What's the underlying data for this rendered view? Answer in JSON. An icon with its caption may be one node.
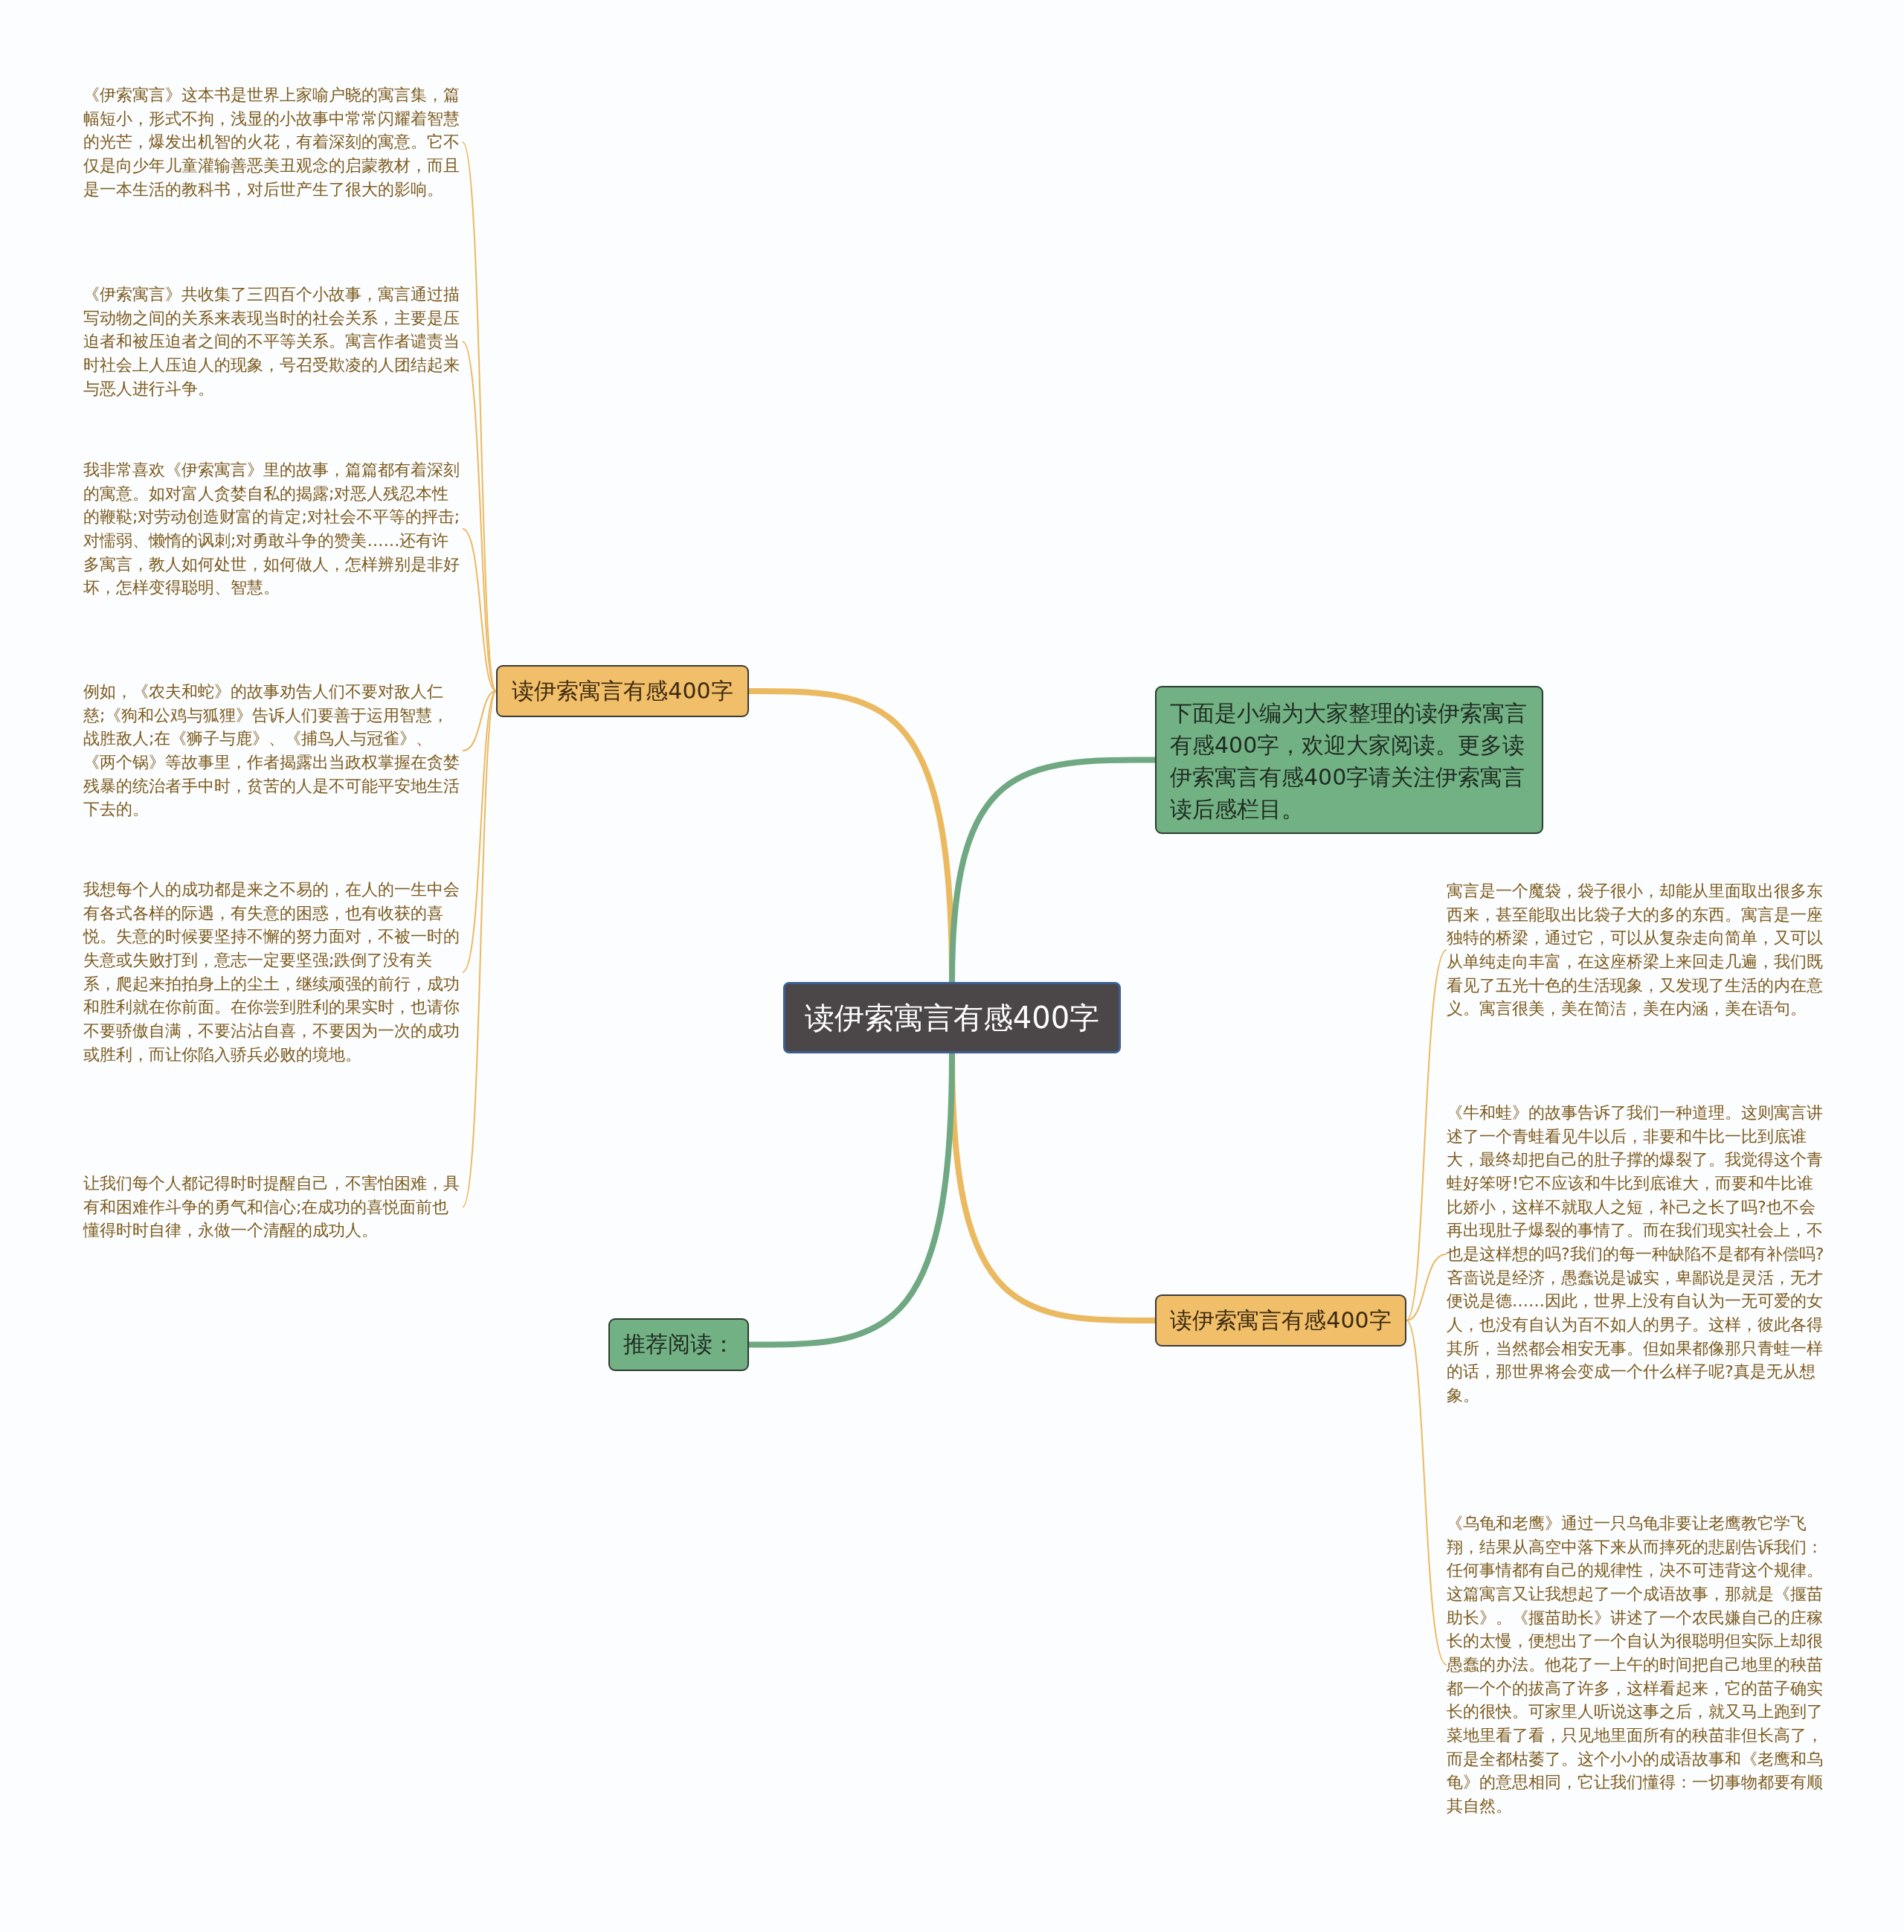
{
  "diagram": {
    "nodes": [
      {
        "text": [
          "读伊索寓言有感400字"
        ]
      },
      {
        "text": [
          "读伊索寓言有感400字"
        ]
      },
      {
        "text": [
          "《伊索寓言》这本书是世界上家喻户晓的寓言集，篇幅短小，形式不拘，浅显的小故事中常常闪耀着智慧的光芒，爆发出机智的火花，有着深刻的寓意。它不仅是向少年儿童灌输善恶美丑观念的启蒙教材，而且是一本生活的教科书，对后世产生了很大的影响。"
        ]
      },
      {
        "text": [
          "《伊索寓言》共收集了三四百个小故事，寓言通过描写动物之间的关系来表现当时的社会关系，主要是压迫者和被压迫者之间的不平等关系。寓言作者谴责当时社会上人压迫人的现象，号召受欺凌的人团结起来与恶人进行斗争。"
        ]
      },
      {
        "text": [
          "我非常喜欢《伊索寓言》里的故事，篇篇都有着深刻的寓意。如对富人贪婪自私的揭露;对恶人残忍本性的鞭鞑;对劳动创造财富的肯定;对社会不平等的抨击;对懦弱、懒惰的讽刺;对勇敢斗争的赞美……还有许多寓言，教人如何处世，如何做人，怎样辨别是非好坏，怎样变得聪明、智慧。"
        ]
      },
      {
        "text": [
          "例如，《农夫和蛇》的故事劝告人们不要对敌人仁慈;《狗和公鸡与狐狸》告诉人们要善于运用智慧，战胜敌人;在《狮子与鹿》、《捕鸟人与冠雀》、《两个锅》等故事里，作者揭露出当政权掌握在贪婪残暴的统治者手中时，贫苦的人是不可能平安地生活下去的。"
        ]
      },
      {
        "text": [
          "我想每个人的成功都是来之不易的，在人的一生中会有各式各样的际遇，有失意的困惑，也有收获的喜悦。失意的时候要坚持不懈的努力面对，不被一时的失意或失败打到，意志一定要坚强;跌倒了没有关系，爬起来拍拍身上的尘土，继续顽强的前行，成功和胜利就在你前面。在你尝到胜利的果实时，也请你不要骄傲自满，不要沾沾自喜，不要因为一次的成功或胜利，而让你陷入骄兵必败的境地。"
        ]
      },
      {
        "text": [
          "让我们每个人都记得时时提醒自己，不害怕困难，具有和困难作斗争的勇气和信心;在成功的喜悦面前也懂得时时自律，永做一个清醒的成功人。"
        ]
      },
      {
        "text": [
          "下面是小编为大家整理的读伊索寓言有感400字，欢迎大家阅读。更多读伊索寓言有感400字请关注伊索寓言读后感栏目。"
        ]
      },
      {
        "text": [
          "读伊索寓言有感400字"
        ]
      },
      {
        "text": [
          "寓言是一个魔袋，袋子很小，却能从里面取出很多东西来，甚至能取出比袋子大的多的东西。寓言是一座独特的桥梁，通过它，可以从复杂走向简单，又可以从单纯走向丰富，在这座桥梁上来回走几遍，我们既看见了五光十色的生活现象，又发现了生活的内在意义。寓言很美，美在简洁，美在内涵，美在语句。"
        ]
      },
      {
        "text": [
          "《牛和蛙》的故事告诉了我们一种道理。这则寓言讲述了一个青蛙看见牛以后，非要和牛比一比到底谁大，最终却把自己的肚子撑的爆裂了。我觉得这个青蛙好笨呀!它不应该和牛比到底谁大，而要和牛比谁比娇小，这样不就取人之短，补己之长了吗?也不会再出现肚子爆裂的事情了。而在我们现实社会上，不也是这样想的吗?我们的每一种缺陷不是都有补偿吗?吝啬说是经济，愚蠢说是诚实，卑鄙说是灵活，无才便说是德……因此，世界上没有自认为一无可爱的女人，也没有自认为百不如人的男子。这样，彼此各得其所，当然都会相安无事。但如果都像那只青蛙一样的话，那世界将会变成一个什么样子呢?真是无从想象。"
        ]
      },
      {
        "text": [
          "《乌龟和老鹰》通过一只乌龟非要让老鹰教它学飞翔，结果从高空中落下来从而摔死的悲剧告诉我们：任何事情都有自己的规律性，决不可违背这个规律。这篇寓言又让我想起了一个成语故事，那就是《揠苗助长》。《揠苗助长》讲述了一个农民嫌自己的庄稼长的太慢，便想出了一个自认为很聪明但实际上却很愚蠢的办法。他花了一上午的时间把自己地里的秧苗都一个个的拔高了许多，这样看起来，它的苗子确实长的很快。可家里人听说这事之后，就又马上跑到了菜地里看了看，只见地里面所有的秧苗非但长高了，而是全都枯萎了。这个小小的成语故事和《老鹰和乌龟》的意思相同，它让我们懂得：一切事物都要有顺其自然。"
        ]
      },
      {
        "text": [
          "推荐阅读："
        ]
      }
    ],
    "edges": [
      {
        "from": 0,
        "to": 1,
        "arrow": "none",
        "style": "thick"
      },
      {
        "from": 1,
        "to": 2,
        "arrow": "none"
      },
      {
        "from": 1,
        "to": 3,
        "arrow": "none"
      },
      {
        "from": 1,
        "to": 4,
        "arrow": "none"
      },
      {
        "from": 1,
        "to": 5,
        "arrow": "none"
      },
      {
        "from": 1,
        "to": 6,
        "arrow": "none"
      },
      {
        "from": 1,
        "to": 7,
        "arrow": "none"
      },
      {
        "from": 0,
        "to": 8,
        "arrow": "none",
        "style": "thick",
        "color": "#6fa882"
      },
      {
        "from": 0,
        "to": 9,
        "arrow": "none",
        "style": "thick"
      },
      {
        "from": 9,
        "to": 10,
        "arrow": "none"
      },
      {
        "from": 9,
        "to": 11,
        "arrow": "none"
      },
      {
        "from": 9,
        "to": 12,
        "arrow": "none"
      },
      {
        "from": 0,
        "to": 13,
        "arrow": "none",
        "style": "thick",
        "color": "#6fa882"
      }
    ]
  }
}
